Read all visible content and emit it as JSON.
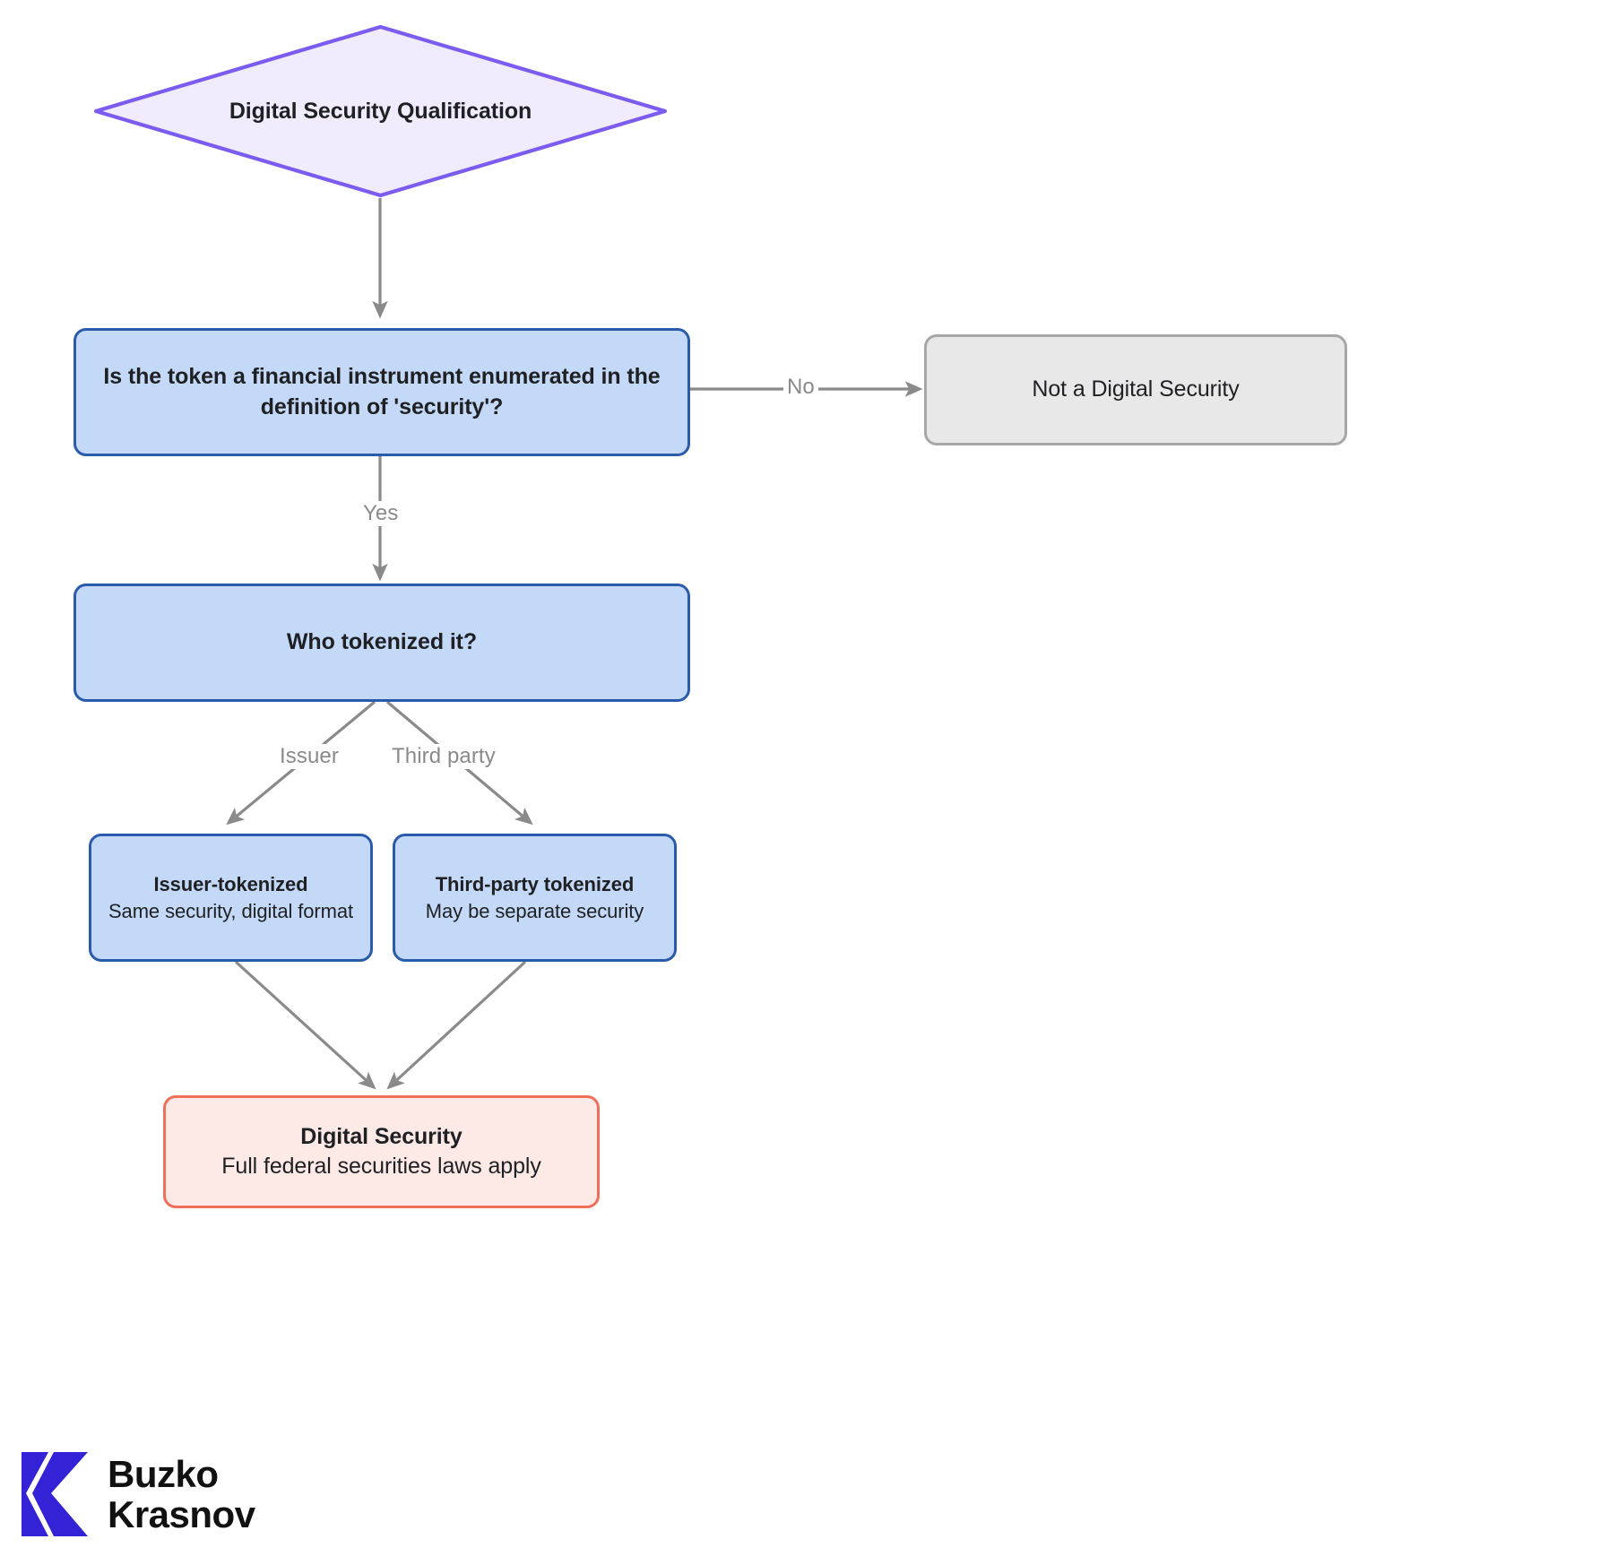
{
  "diagram": {
    "title": "Digital Security Qualification",
    "type": "flowchart",
    "background": "#ffffff"
  },
  "colors": {
    "diamond_border": "#7c5cf0",
    "diamond_fill": "#f0ecfd",
    "decision_border": "#2a5bab",
    "decision_fill": "#c3d9f7",
    "neutral_border": "#a7a7a7",
    "neutral_fill": "#e8e8e8",
    "outcome_border": "#ef6f5b",
    "outcome_fill": "#fde9e6",
    "edge": "#8a8a8a",
    "edge_label_text": "#8a8a8a",
    "logo_blue": "#3322d6",
    "logo_text": "#111111"
  },
  "nodes": {
    "start": {
      "label": "Digital Security Qualification",
      "shape": "diamond"
    },
    "question_enumerated": {
      "label": "Is the token a financial instrument enumerated in the definition of 'security'?",
      "shape": "rounded-rect",
      "style": "decision"
    },
    "not_security": {
      "label": "Not a Digital Security",
      "shape": "rounded-rect",
      "style": "neutral"
    },
    "who_tokenized": {
      "label": "Who tokenized it?",
      "shape": "rounded-rect",
      "style": "decision"
    },
    "issuer_tokenized": {
      "title": "Issuer-tokenized",
      "subtitle": "Same security, digital format",
      "shape": "rounded-rect",
      "style": "decision"
    },
    "third_party_tokenized": {
      "title": "Third-party tokenized",
      "subtitle": "May be separate security",
      "shape": "rounded-rect",
      "style": "decision"
    },
    "digital_security": {
      "title": "Digital Security",
      "subtitle": "Full federal securities laws apply",
      "shape": "rounded-rect",
      "style": "outcome"
    }
  },
  "edges": [
    {
      "from": "start",
      "to": "question_enumerated",
      "label": ""
    },
    {
      "from": "question_enumerated",
      "to": "not_security",
      "label": "No"
    },
    {
      "from": "question_enumerated",
      "to": "who_tokenized",
      "label": "Yes"
    },
    {
      "from": "who_tokenized",
      "to": "issuer_tokenized",
      "label": "Issuer"
    },
    {
      "from": "who_tokenized",
      "to": "third_party_tokenized",
      "label": "Third party"
    },
    {
      "from": "issuer_tokenized",
      "to": "digital_security",
      "label": ""
    },
    {
      "from": "third_party_tokenized",
      "to": "digital_security",
      "label": ""
    }
  ],
  "edge_labels": {
    "no": "No",
    "yes": "Yes",
    "issuer": "Issuer",
    "third_party": "Third party"
  },
  "logo": {
    "line1": "Buzko",
    "line2": "Krasnov",
    "mark": "k-monogram"
  }
}
